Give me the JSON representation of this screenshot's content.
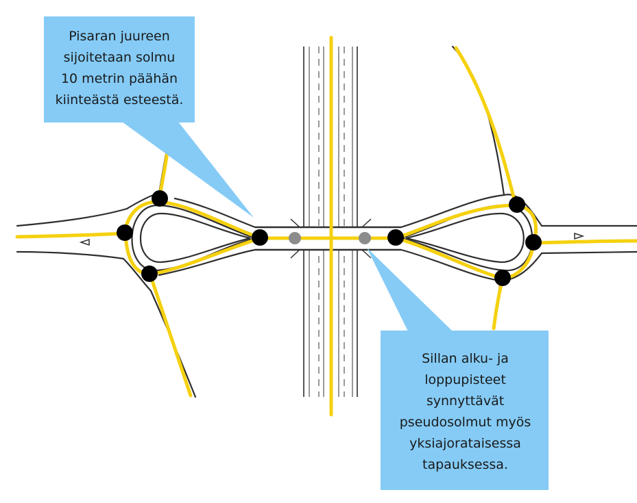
{
  "callouts": {
    "root_node": {
      "text": "Pisaran juureen\nsijoitetaan solmu\n10 metrin päähän\nkiinteästä esteestä."
    },
    "bridge_nodes": {
      "text": "Sillan alku- ja\nloppupisteet\nsynnyttävät\npseudosolmut myös\nyksiajorataisessa\ntapauksessa."
    }
  },
  "colors": {
    "callout_fill": "#85cbf6",
    "centerline": "#f5d10f",
    "node": "#000000",
    "pseudo_node": "#8c8c8c",
    "road_edge": "#2e2e2e"
  },
  "legend_symbols": {
    "node": "black-circle",
    "pseudo_node": "grey-circle"
  }
}
